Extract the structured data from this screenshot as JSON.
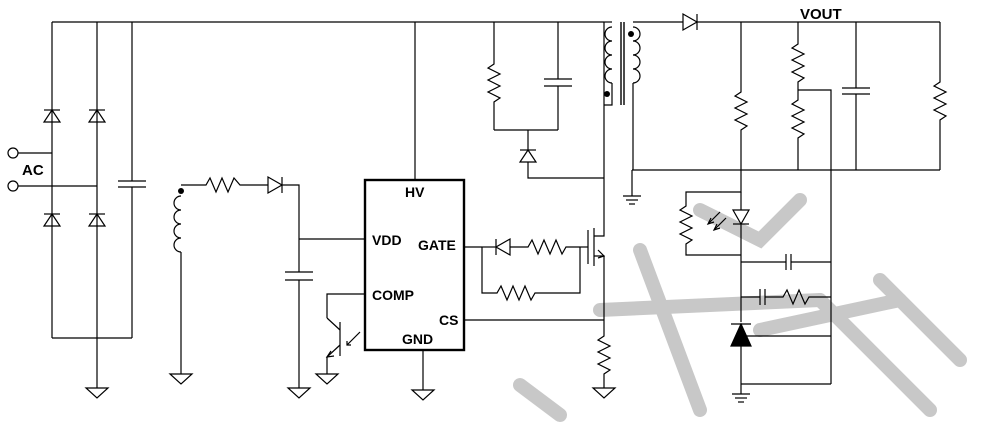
{
  "labels": {
    "ac": "AC",
    "vout": "VOUT"
  },
  "ic": {
    "pins": {
      "hv": "HV",
      "vdd": "VDD",
      "gate": "GATE",
      "comp": "COMP",
      "cs": "CS",
      "gnd": "GND"
    }
  },
  "colors": {
    "wire": "#000000",
    "watermark": "#c8c8c8",
    "background": "#ffffff"
  }
}
